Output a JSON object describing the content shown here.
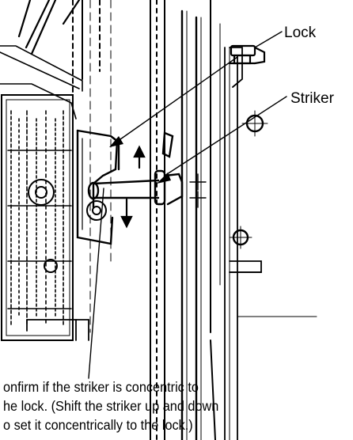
{
  "labels": {
    "lock": "Lock",
    "striker": "Striker"
  },
  "caption": {
    "line1": "onfirm if the striker is concentric to",
    "line2": "he lock.  (Shift the striker up and down",
    "line3": "o set it concentrically to the lock.)"
  },
  "colors": {
    "ink": "#000000",
    "paper": "#ffffff"
  }
}
